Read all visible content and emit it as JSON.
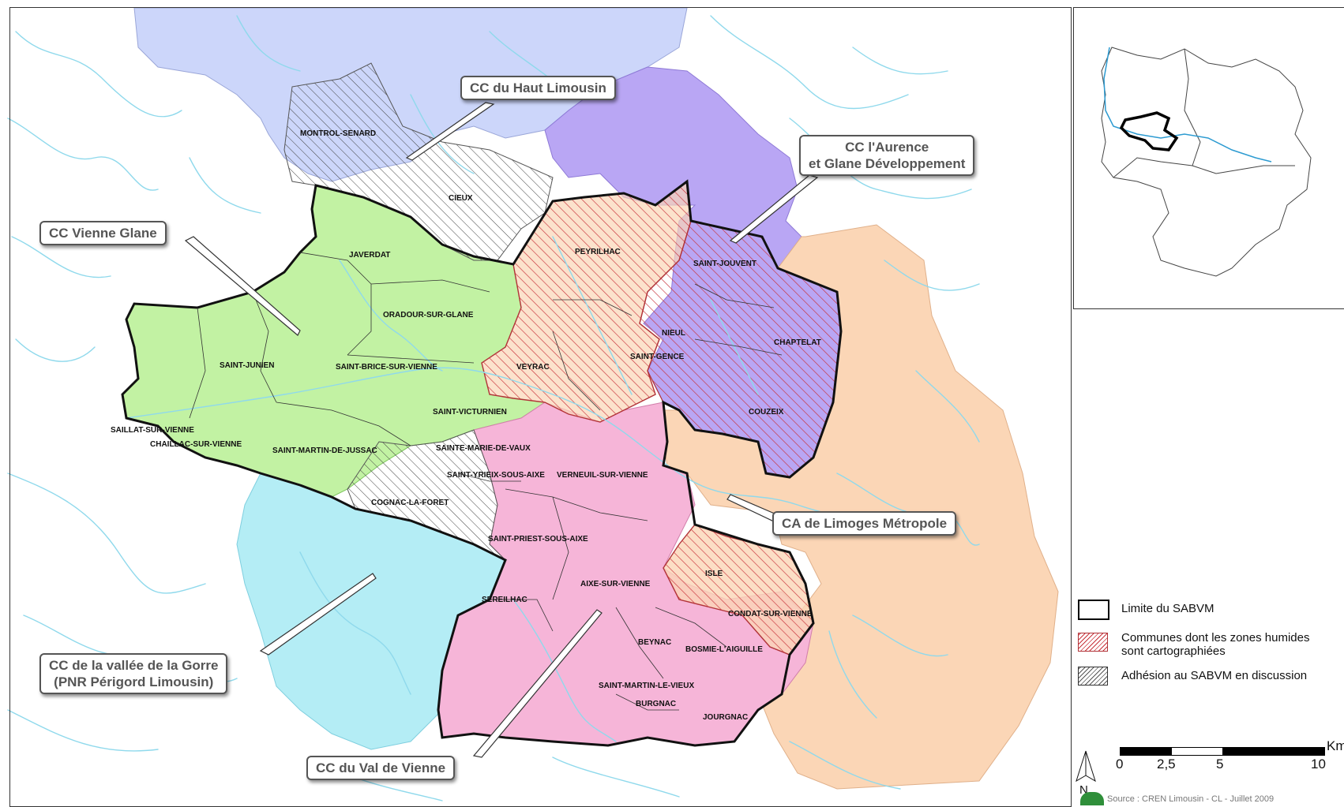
{
  "map": {
    "groupings": [
      {
        "id": "haut-limousin",
        "label": "CC du Haut Limousin",
        "color": "#ccd6fa"
      },
      {
        "id": "aurence",
        "label": "CC l'Aurence\net Glane Développement",
        "color": "#b9a6f4"
      },
      {
        "id": "vienne-glane",
        "label": "CC Vienne Glane",
        "color": "#c2f2a3"
      },
      {
        "id": "limoges",
        "label": "CA de Limoges Métropole",
        "color": "#fbd6b6"
      },
      {
        "id": "gorre",
        "label": "CC de la vallée de la Gorre\n(PNR Périgord Limousin)",
        "color": "#b4edf5"
      },
      {
        "id": "val-vienne",
        "label": "CC du Val de Vienne",
        "color": "#f6b5d8"
      }
    ],
    "communes": [
      "MONTROL-SENARD",
      "CIEUX",
      "JAVERDAT",
      "PEYRILHAC",
      "SAINT-JOUVENT",
      "ORADOUR-SUR-GLANE",
      "NIEUL",
      "CHAPTELAT",
      "SAINT-GENCE",
      "VEYRAC",
      "SAINT-JUNIEN",
      "SAINT-BRICE-SUR-VIENNE",
      "COUZEIX",
      "SAINT-VICTURNIEN",
      "SAILLAT-SUR-VIENNE",
      "CHAILLAC-SUR-VIENNE",
      "SAINT-MARTIN-DE-JUSSAC",
      "SAINTE-MARIE-DE-VAUX",
      "SAINT-YRIEIX-SOUS-AIXE",
      "VERNEUIL-SUR-VIENNE",
      "COGNAC-LA-FORET",
      "SAINT-PRIEST-SOUS-AIXE",
      "ISLE",
      "AIXE-SUR-VIENNE",
      "SEREILHAC",
      "CONDAT-SUR-VIENNE",
      "BEYNAC",
      "BOSMIE-L'AIGUILLE",
      "SAINT-MARTIN-LE-VIEUX",
      "BURGNAC",
      "JOURGNAC"
    ],
    "hatch_red": "#c8323a",
    "water_color": "#8fd9ec"
  },
  "legend": {
    "items": [
      {
        "label": "Limite du SABVM"
      },
      {
        "label": "Communes dont les zones humides\nsont cartographiées"
      },
      {
        "label": "Adhésion au SABVM en discussion"
      }
    ]
  },
  "scale": {
    "ticks": [
      "0",
      "2,5",
      "5",
      "10"
    ],
    "unit": "Km",
    "north": "N"
  },
  "credit": "Source : CREN Limousin - CL - Juillet 2009"
}
